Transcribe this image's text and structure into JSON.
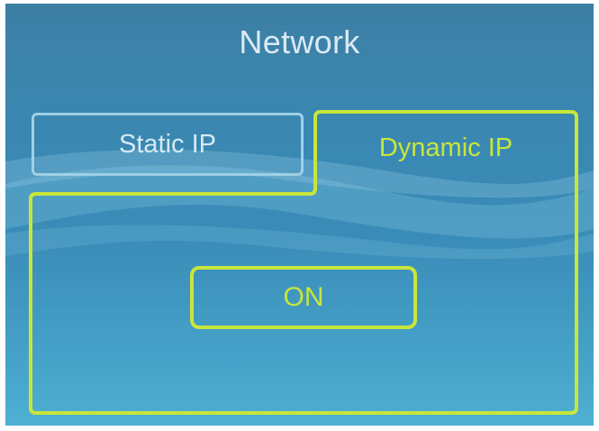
{
  "header": {
    "title": "Network"
  },
  "tabs": {
    "static_label": "Static IP",
    "dynamic_label": "Dynamic IP",
    "selected": "Dynamic IP"
  },
  "dynamic_panel": {
    "toggle_label": "ON"
  },
  "colors": {
    "accent": "#c8e63a",
    "inactive_tab": "#9fd0e6",
    "background": "#3a88b2"
  }
}
